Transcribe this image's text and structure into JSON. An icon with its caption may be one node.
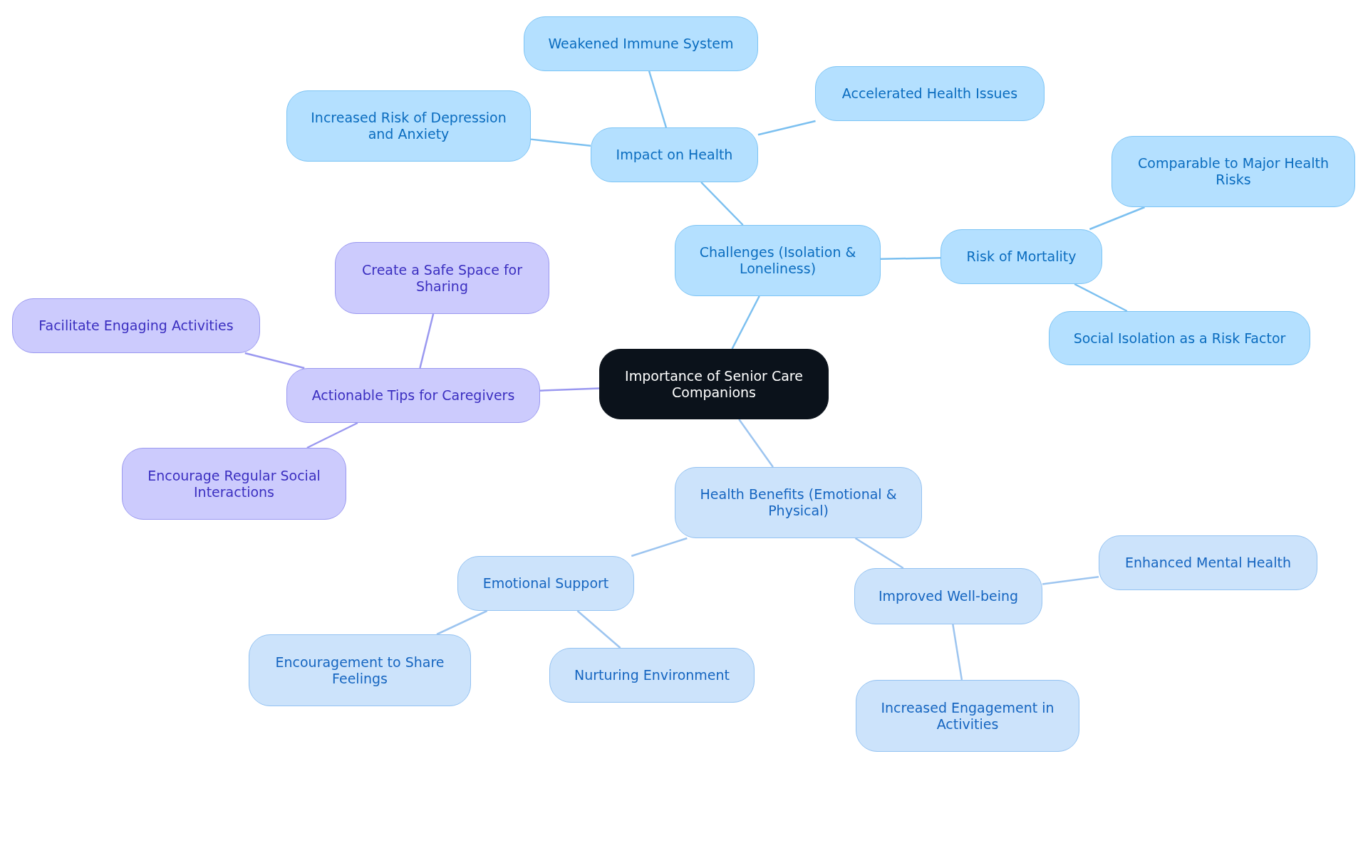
{
  "diagram": {
    "nodes": [
      {
        "text": [
          "Importance of Senior Care Companions"
        ]
      },
      {
        "text": [
          "Challenges (Isolation & Loneliness)"
        ]
      },
      {
        "text": [
          "Impact on Health"
        ]
      },
      {
        "text": [
          "Weakened Immune System"
        ]
      },
      {
        "text": [
          "Increased Risk of Depression and Anxiety"
        ]
      },
      {
        "text": [
          "Accelerated Health Issues"
        ]
      },
      {
        "text": [
          "Risk of Mortality"
        ]
      },
      {
        "text": [
          "Comparable to Major Health Risks"
        ]
      },
      {
        "text": [
          "Social Isolation as a Risk Factor"
        ]
      },
      {
        "text": [
          "Health Benefits (Emotional & Physical)"
        ]
      },
      {
        "text": [
          "Emotional Support"
        ]
      },
      {
        "text": [
          "Encouragement to Share Feelings"
        ]
      },
      {
        "text": [
          "Nurturing Environment"
        ]
      },
      {
        "text": [
          "Improved Well-being"
        ]
      },
      {
        "text": [
          "Enhanced Mental Health"
        ]
      },
      {
        "text": [
          "Increased Engagement in Activities"
        ]
      },
      {
        "text": [
          "Actionable Tips for Caregivers"
        ]
      },
      {
        "text": [
          "Create a Safe Space for Sharing"
        ]
      },
      {
        "text": [
          "Facilitate Engaging Activities"
        ]
      },
      {
        "text": [
          "Encourage Regular Social Interactions"
        ]
      }
    ],
    "edges": [
      {
        "from": 0,
        "to": 1,
        "arrow": "none"
      },
      {
        "from": 1,
        "to": 2,
        "arrow": "none"
      },
      {
        "from": 2,
        "to": 3,
        "arrow": "none"
      },
      {
        "from": 2,
        "to": 4,
        "arrow": "none"
      },
      {
        "from": 2,
        "to": 5,
        "arrow": "none"
      },
      {
        "from": 1,
        "to": 6,
        "arrow": "none"
      },
      {
        "from": 6,
        "to": 7,
        "arrow": "none"
      },
      {
        "from": 6,
        "to": 8,
        "arrow": "none"
      },
      {
        "from": 0,
        "to": 9,
        "arrow": "none",
        "color": "#9dc5f0"
      },
      {
        "from": 9,
        "to": 10,
        "arrow": "none",
        "color": "#9dc5f0"
      },
      {
        "from": 10,
        "to": 11,
        "arrow": "none",
        "color": "#9dc5f0"
      },
      {
        "from": 10,
        "to": 12,
        "arrow": "none",
        "color": "#9dc5f0"
      },
      {
        "from": 9,
        "to": 13,
        "arrow": "none",
        "color": "#9dc5f0"
      },
      {
        "from": 13,
        "to": 14,
        "arrow": "none",
        "color": "#9dc5f0"
      },
      {
        "from": 13,
        "to": 15,
        "arrow": "none",
        "color": "#9dc5f0"
      },
      {
        "from": 0,
        "to": 16,
        "arrow": "none",
        "color": "#9a98f0"
      },
      {
        "from": 16,
        "to": 17,
        "arrow": "none",
        "color": "#9a98f0"
      },
      {
        "from": 16,
        "to": 18,
        "arrow": "none",
        "color": "#9a98f0"
      },
      {
        "from": 16,
        "to": 19,
        "arrow": "none",
        "color": "#9a98f0"
      }
    ]
  }
}
